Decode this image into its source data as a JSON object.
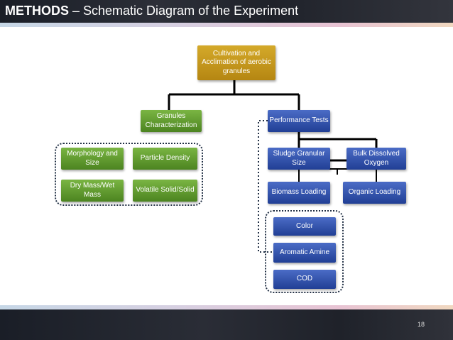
{
  "slide": {
    "title_bold": "METHODS",
    "title_rest": " – Schematic Diagram of the Experiment",
    "page_number": "18"
  },
  "nodes": {
    "cultivation": "Cultivation and Acclimation of aerobic granules",
    "granules_characterization": "Granules Characterization",
    "performance_tests": "Performance Tests",
    "morphology_size": "Morphology and Size",
    "particle_density": "Particle Density",
    "dry_wet_mass": "Dry Mass/Wet Mass",
    "volatile_solid": "Volatile Solid/Solid",
    "sludge_granular_size": "Sludge Granular Size",
    "bulk_dissolved_oxygen": "Bulk Dissolved Oxygen",
    "biomass_loading": "Biomass Loading",
    "organic_loading": "Organic Loading",
    "color": "Color",
    "aromatic_amine": "Aromatic Amine",
    "cod": "COD"
  },
  "colors": {
    "root": "#c89a1e",
    "characterization": "#5f9a2f",
    "performance": "#2f4fa8",
    "connector": "#000000",
    "dotted_frame": "#223045"
  }
}
